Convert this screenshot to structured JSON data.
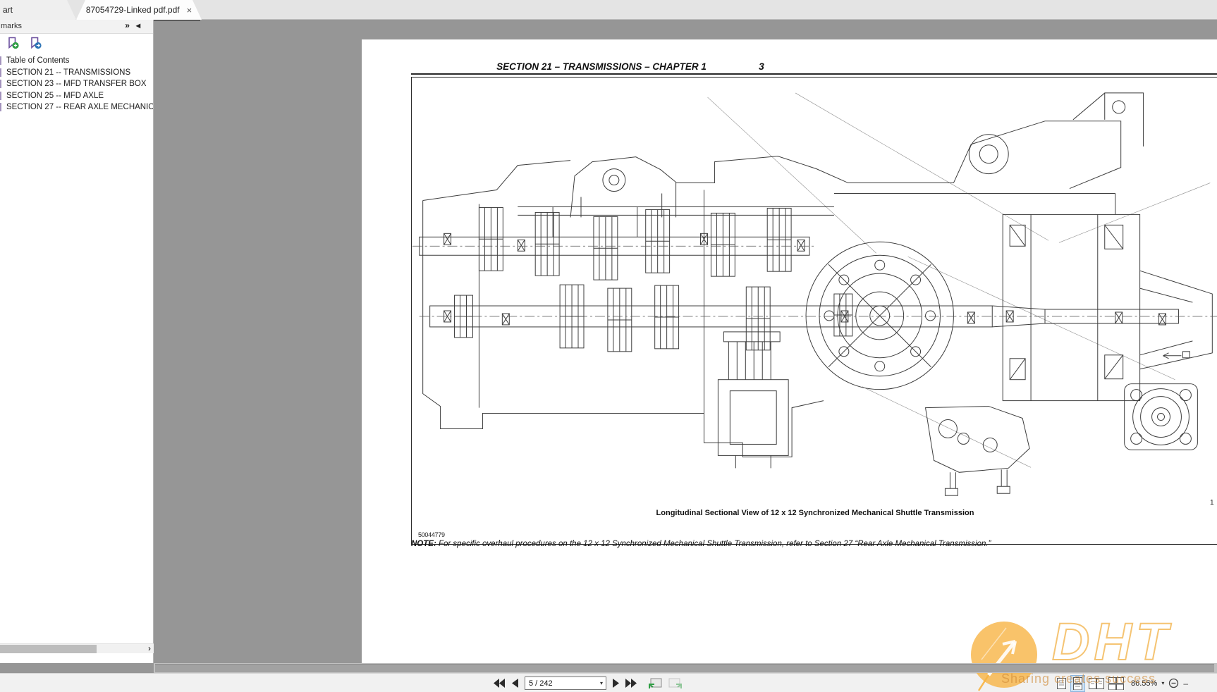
{
  "window": {
    "tabs": [
      {
        "label": "art",
        "active": false
      },
      {
        "label": "87054729-Linked pdf.pdf",
        "active": true
      }
    ],
    "close_icon": "×"
  },
  "sidebar": {
    "panel_title": "marks",
    "expand_icon": "»",
    "collapse_icon": "◂",
    "scroll_right_icon": "›",
    "bookmarks": [
      "Table of Contents",
      "SECTION 21 -- TRANSMISSIONS",
      "SECTION 23 -- MFD TRANSFER BOX",
      "SECTION 25 -- MFD AXLE",
      "SECTION 27 -- REAR AXLE MECHANIC"
    ]
  },
  "page": {
    "header": {
      "title": "SECTION 21 – TRANSMISSIONS – CHAPTER 1",
      "page_number": "3"
    },
    "figure": {
      "code": "50044779",
      "number": "1",
      "caption": "Longitudinal Sectional View of 12 x 12 Synchronized Mechanical Shuttle Transmission"
    },
    "note": {
      "label": "NOTE:",
      "text": " For specific overhaul procedures on the 12 x 12 Synchronized Mechanical Shuttle Transmission, refer to Section 27 “Rear Axle Mechanical Transmission.”"
    }
  },
  "toolbar": {
    "page_indicator": "5 / 242",
    "zoom_level": "86.55%",
    "caret_icon": "▾",
    "end_dash": "–"
  },
  "watermark": {
    "logo_text": "DHT",
    "slogan": "Sharing creates success",
    "accent_color": "#f3a93f"
  }
}
